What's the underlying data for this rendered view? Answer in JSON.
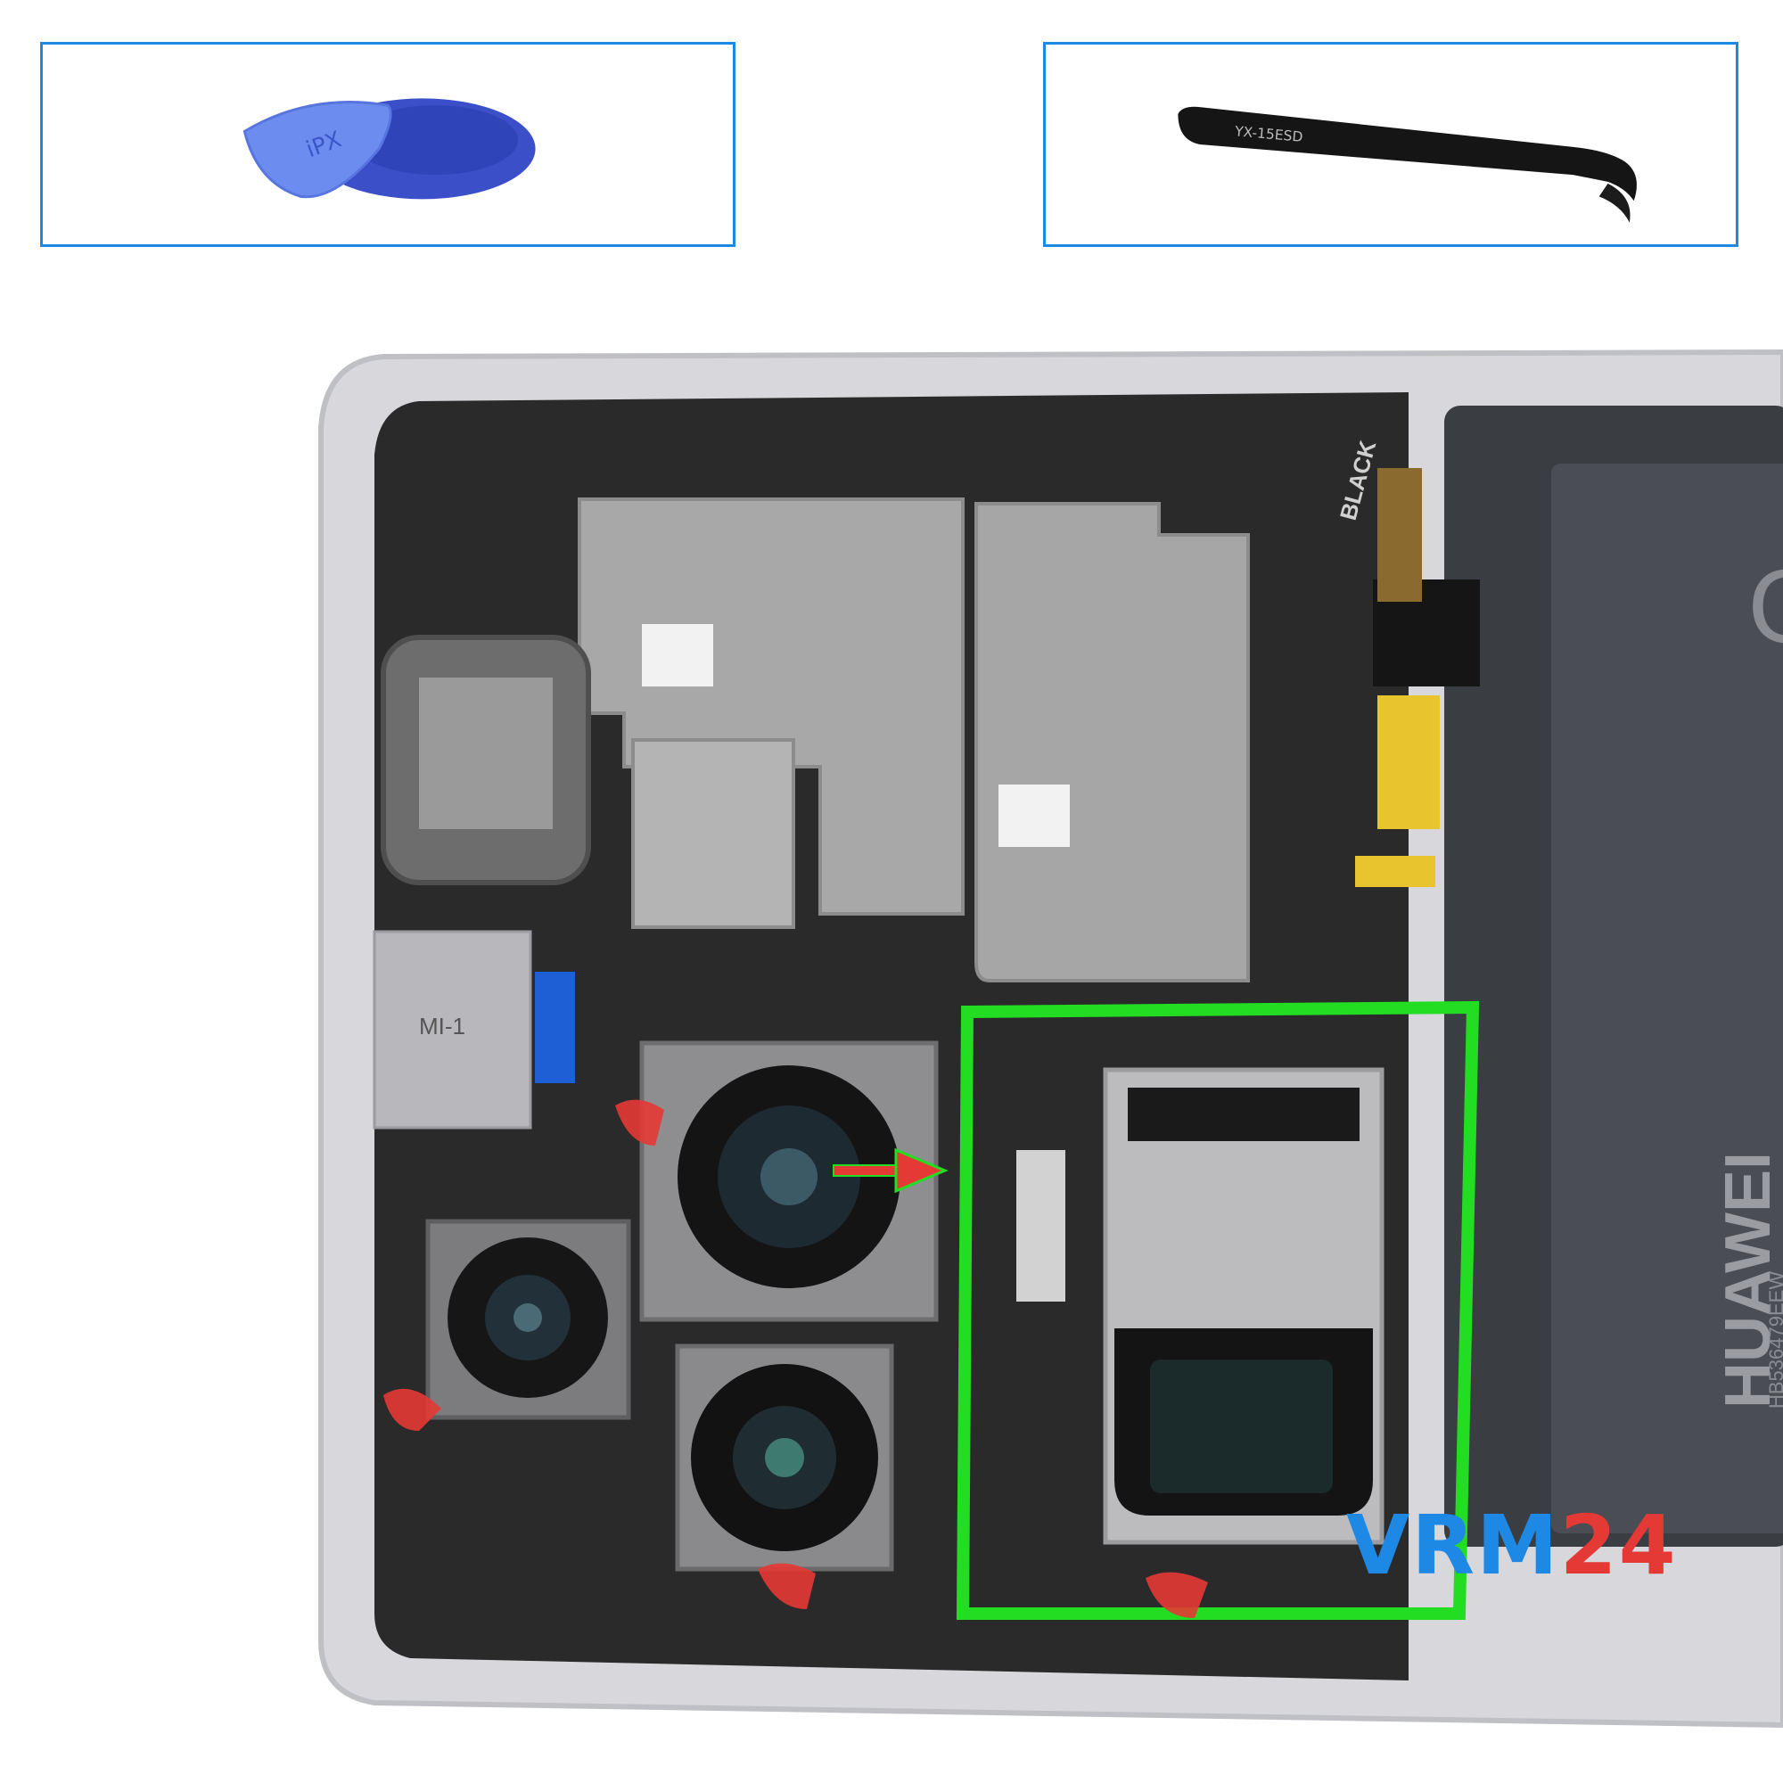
{
  "tools": {
    "left": {
      "name": "plastic-picks",
      "pick_label": "iPX",
      "color": "#4f6fe0"
    },
    "right": {
      "name": "tweezers",
      "engraving": "YX-15ESD",
      "color": "#111111"
    }
  },
  "photo": {
    "battery_brand": "HUAWEI",
    "battery_model": "HB536479EEW",
    "flex_label": "BLACK",
    "mic_label": "MI-1",
    "highlight_color": "#22dd22",
    "arrow_color": "#e53935",
    "marker_color": "#e53935"
  },
  "watermark": {
    "part_a": "VRM",
    "part_b": "24"
  }
}
